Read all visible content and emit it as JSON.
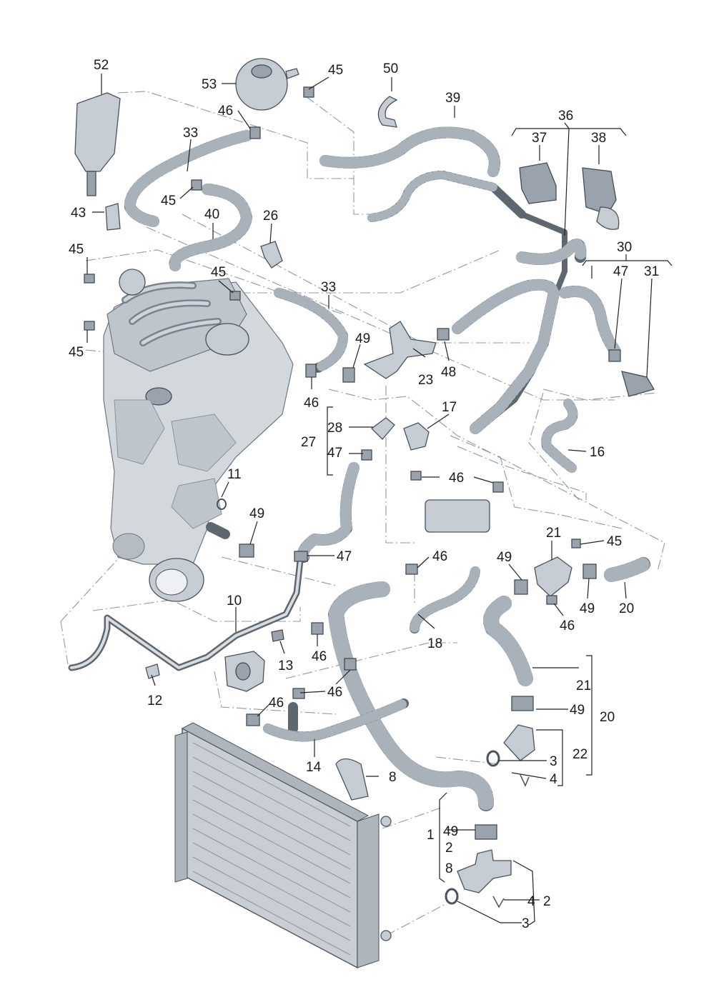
{
  "callouts": {
    "c52": "52",
    "c53": "53",
    "c45a": "45",
    "c50": "50",
    "c39": "39",
    "c46a": "46",
    "c33a": "33",
    "c36": "36",
    "c37": "37",
    "c38": "38",
    "c45b": "45",
    "c40": "40",
    "c43": "43",
    "c26": "26",
    "c45c": "45",
    "c30": "30",
    "c47a": "47",
    "c31": "31",
    "c45d": "45",
    "c33b": "33",
    "c45e": "45",
    "c49a": "49",
    "c23": "23",
    "c48": "48",
    "c46b": "46",
    "c17": "17",
    "c28": "28",
    "c27": "27",
    "c47b": "47",
    "c16": "16",
    "c11": "11",
    "c46c": "46",
    "c49b": "49",
    "c21a": "21",
    "c45f": "45",
    "c47c": "47",
    "c46d": "46",
    "c49c": "49",
    "c49d": "49",
    "c20a": "20",
    "c46e": "46",
    "c10": "10",
    "c18": "18",
    "c13": "13",
    "c46f": "46",
    "c21b": "21",
    "c12": "12",
    "c46g": "46",
    "c49e": "49",
    "c20b": "20",
    "c46h": "46",
    "c22": "22",
    "c3a": "3",
    "c4a": "4",
    "c14": "14",
    "c8a": "8",
    "c1": "1",
    "c49f": "49",
    "c2a": "2",
    "c8b": "8",
    "c4b": "4",
    "c2b": "2",
    "c3b": "3"
  },
  "colors": {
    "hose": "#5e6670",
    "part": "#c6ccd3",
    "engine": "#d3d8dd",
    "leader": "#222222",
    "dash": "#8a9aa8"
  }
}
